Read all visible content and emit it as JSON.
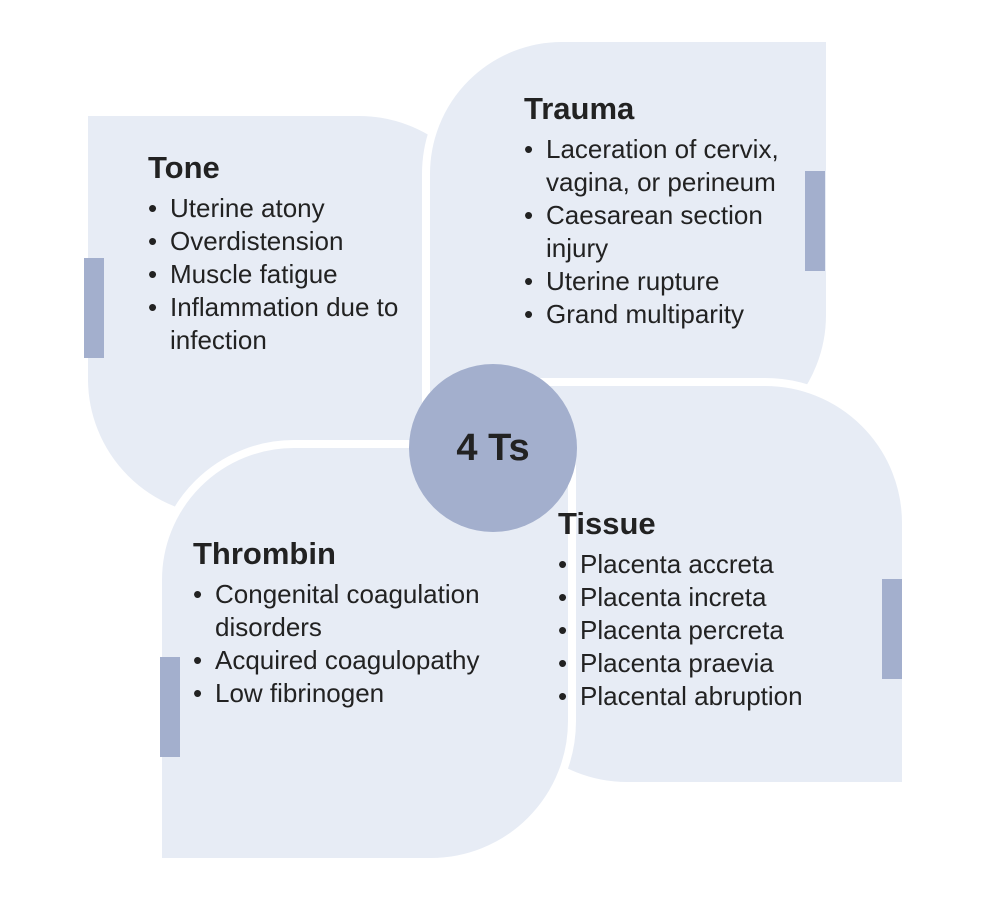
{
  "center": {
    "label": "4 Ts"
  },
  "colors": {
    "petal_fill": "#e7ecf5",
    "accent": "#a3afcd",
    "text": "#222222",
    "background": "#ffffff"
  },
  "petals": {
    "tone": {
      "title": "Tone",
      "items": [
        "Uterine atony",
        "Overdistension",
        "Muscle fatigue",
        "Inflammation due to infection"
      ]
    },
    "trauma": {
      "title": "Trauma",
      "items": [
        "Laceration of cervix, vagina, or perineum",
        "Caesarean section injury",
        "Uterine rupture",
        "Grand multiparity"
      ]
    },
    "tissue": {
      "title": "Tissue",
      "items": [
        "Placenta accreta",
        "Placenta increta",
        "Placenta percreta",
        "Placenta praevia",
        "Placental abruption"
      ]
    },
    "thrombin": {
      "title": "Thrombin",
      "items": [
        "Congenital coagulation disorders",
        "Acquired coagulopathy",
        "Low fibrinogen"
      ]
    }
  }
}
